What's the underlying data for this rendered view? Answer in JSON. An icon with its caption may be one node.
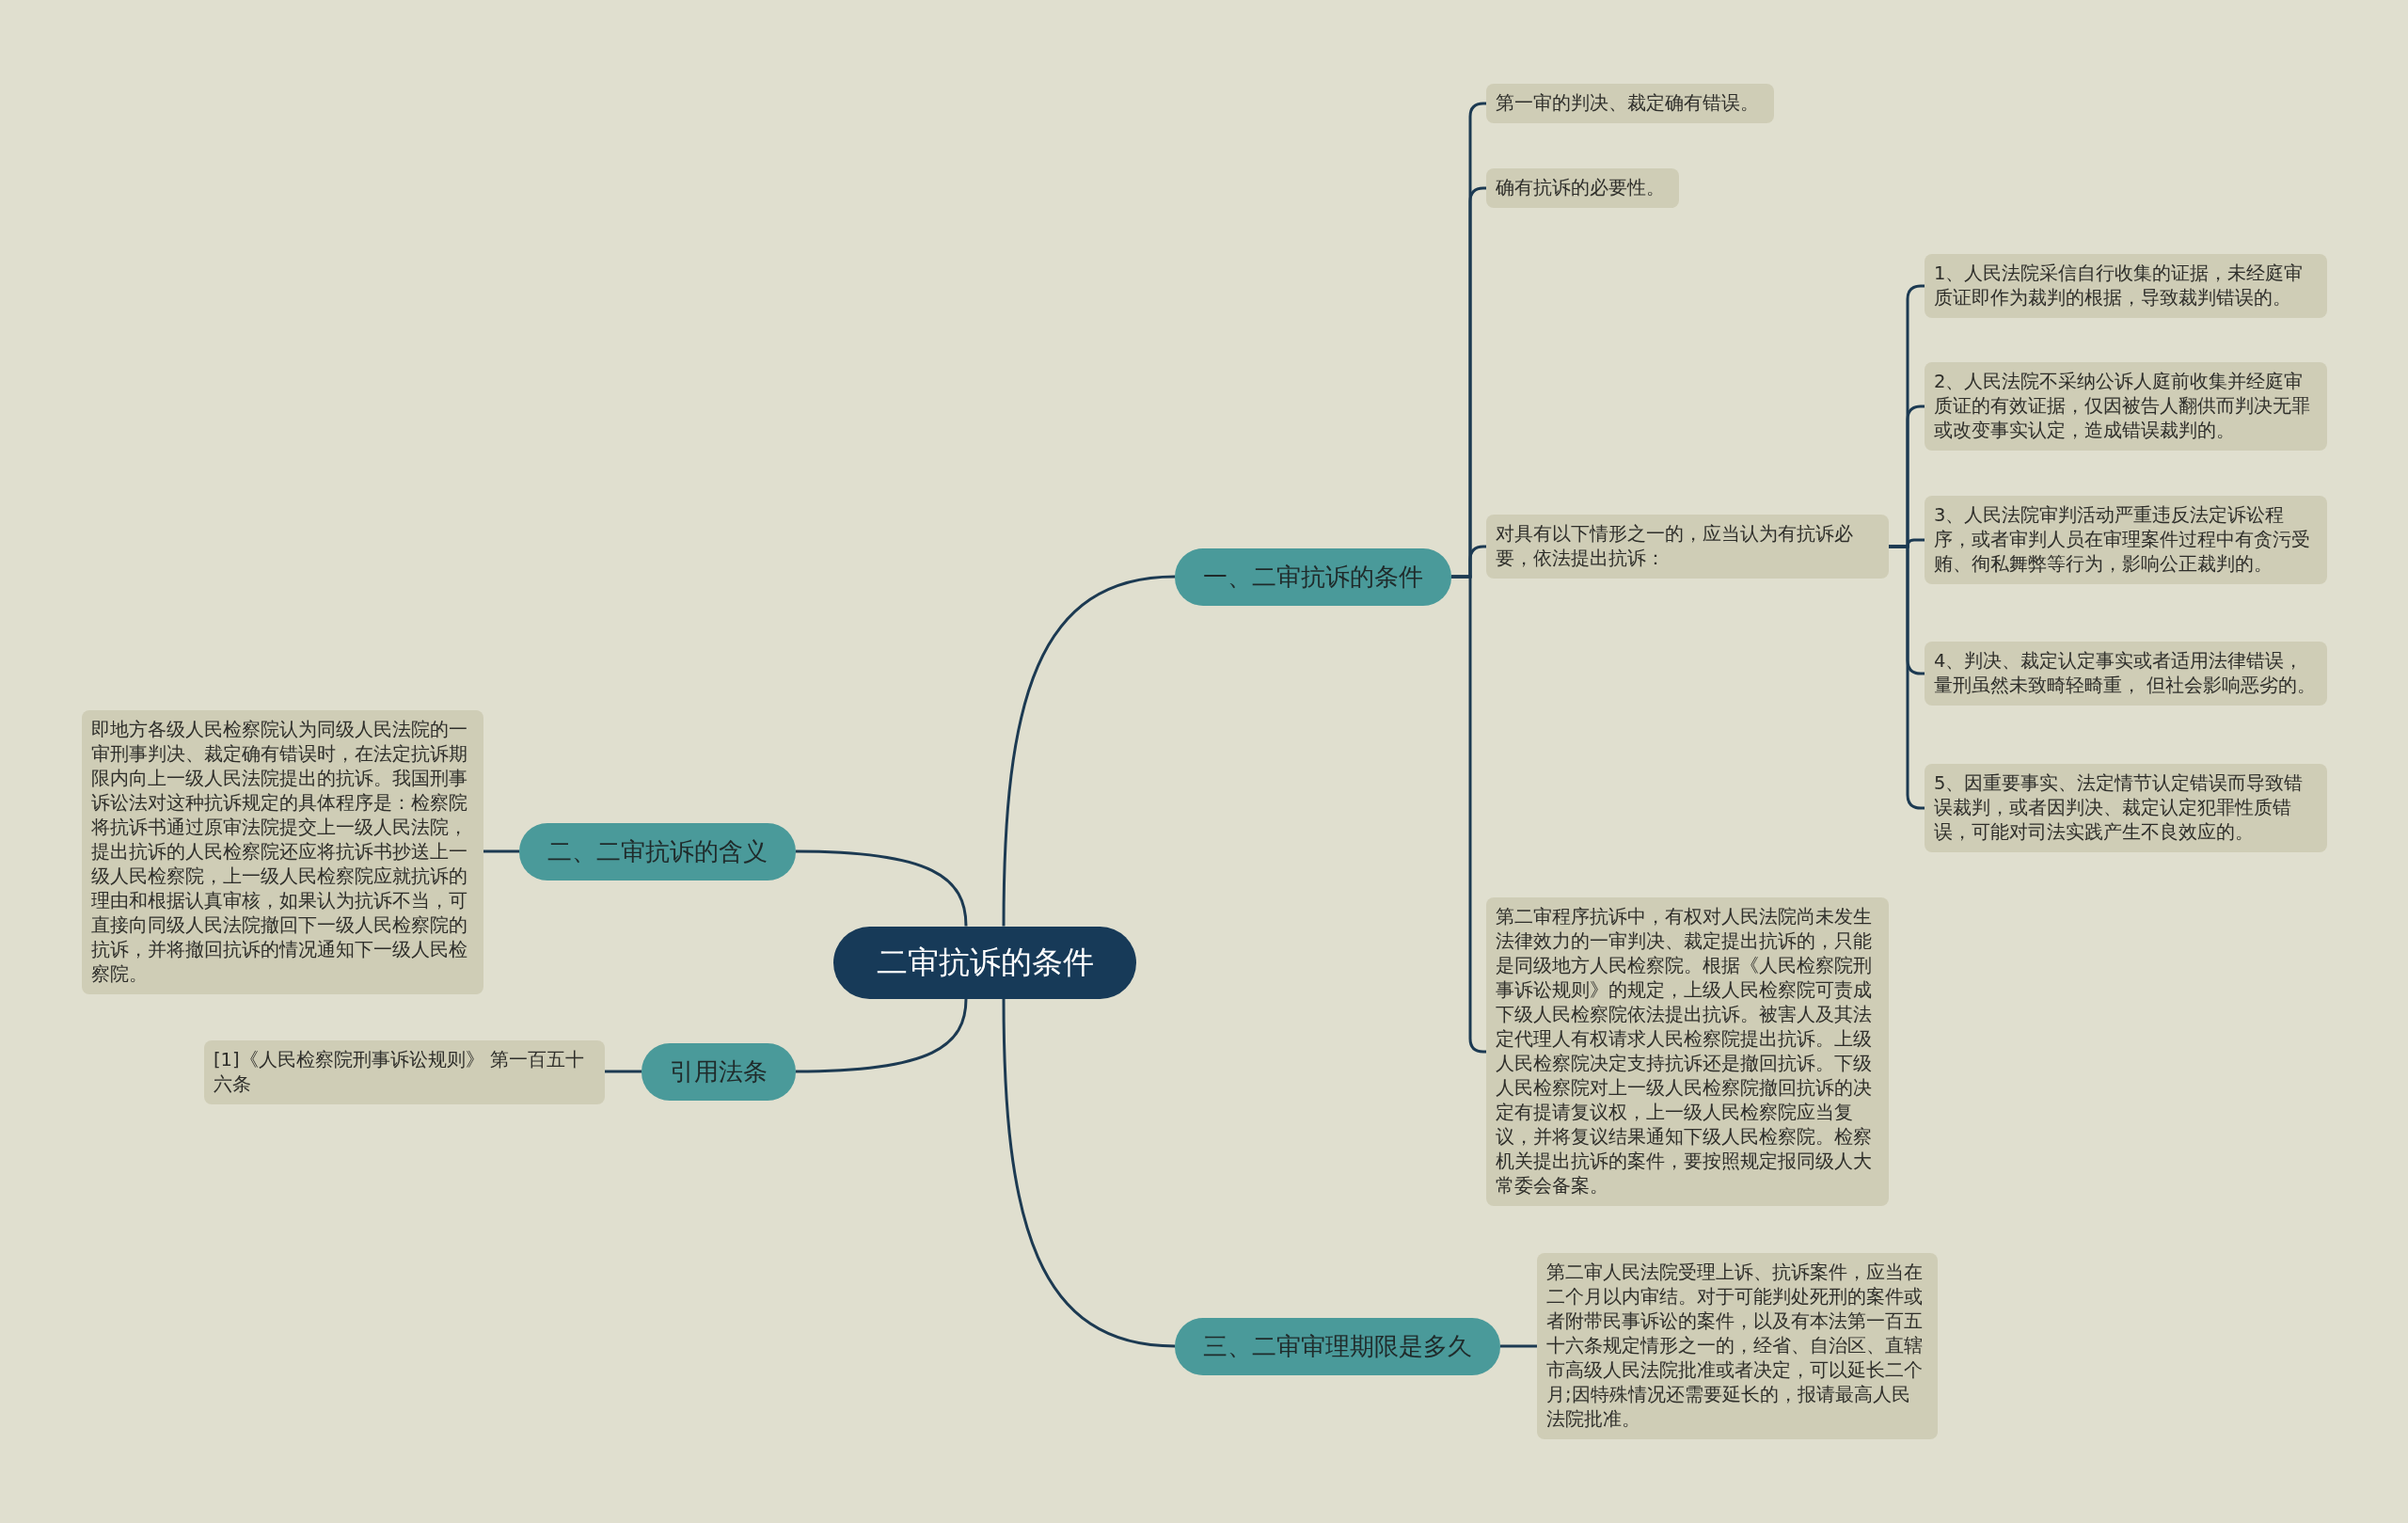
{
  "diagram": {
    "nodes": [
      {
        "text": [
          "二审抗诉的条件"
        ]
      },
      {
        "text": [
          "一、二审抗诉的条件"
        ]
      },
      {
        "text": [
          "第一审的判决、裁定确有错误。"
        ]
      },
      {
        "text": [
          "确有抗诉的必要性。"
        ]
      },
      {
        "text": [
          "对具有以下情形之一的，应当认为有抗诉必要，依法提出抗诉："
        ]
      },
      {
        "text": [
          "1、人民法院采信自行收集的证据，未经庭审质证即作为裁判的根据，导致裁判错误的。"
        ]
      },
      {
        "text": [
          "2、人民法院不采纳公诉人庭前收集并经庭审质证的有效证据，仅因被告人翻供而判决无罪或改变事实认定，造成错误裁判的。"
        ]
      },
      {
        "text": [
          "3、人民法院审判活动严重违反法定诉讼程序，或者审判人员在审理案件过程中有贪污受贿、徇私舞弊等行为，影响公正裁判的。"
        ]
      },
      {
        "text": [
          "4、判决、裁定认定事实或者适用法律错误，量刑虽然未致畸轻畸重， 但社会影响恶劣的。"
        ]
      },
      {
        "text": [
          "5、因重要事实、法定情节认定错误而导致错误裁判，或者因判决、裁定认定犯罪性质错误，可能对司法实践产生不良效应的。"
        ]
      },
      {
        "text": [
          "第二审程序抗诉中，有权对人民法院尚未发生法律效力的一审判决、裁定提出抗诉的，只能是同级地方人民检察院。根据《人民检察院刑事诉讼规则》的规定，上级人民检察院可责成下级人民检察院依法提出抗诉。被害人及其法定代理人有权请求人民检察院提出抗诉。上级人民检察院决定支持抗诉还是撤回抗诉。下级人民检察院对上一级人民检察院撤回抗诉的决定有提请复议权，上一级人民检察院应当复议，并将复议结果通知下级人民检察院。检察机关提出抗诉的案件，要按照规定报同级人大常委会备案。"
        ]
      },
      {
        "text": [
          "二、二审抗诉的含义"
        ]
      },
      {
        "text": [
          "即地方各级人民检察院认为同级人民法院的一审刑事判决、裁定确有错误时，在法定抗诉期限内向上一级人民法院提出的抗诉。我国刑事诉讼法对这种抗诉规定的具体程序是：检察院将抗诉书通过原审法院提交上一级人民法院，提出抗诉的人民检察院还应将抗诉书抄送上一级人民检察院，上一级人民检察院应就抗诉的理由和根据认真审核，如果认为抗诉不当，可直接向同级人民法院撤回下一级人民检察院的抗诉，并将撤回抗诉的情况通知下一级人民检察院。"
        ]
      },
      {
        "text": [
          "引用法条"
        ]
      },
      {
        "text": [
          "[1]《人民检察院刑事诉讼规则》 第一百五十六条"
        ]
      },
      {
        "text": [
          "三、二审审理期限是多久"
        ]
      },
      {
        "text": [
          "第二审人民法院受理上诉、抗诉案件，应当在二个月以内审结。对于可能判处死刑的案件或者附带民事诉讼的案件，以及有本法第一百五十六条规定情形之一的，经省、自治区、直辖市高级人民法院批准或者决定，可以延长二个月;因特殊情况还需要延长的，报请最高人民法院批准。"
        ]
      }
    ],
    "edges": [
      {
        "from": 0,
        "to": 1,
        "arrow": "none"
      },
      {
        "from": 0,
        "to": 11,
        "arrow": "none"
      },
      {
        "from": 0,
        "to": 13,
        "arrow": "none"
      },
      {
        "from": 0,
        "to": 15,
        "arrow": "none"
      },
      {
        "from": 1,
        "to": 2,
        "arrow": "none"
      },
      {
        "from": 1,
        "to": 3,
        "arrow": "none"
      },
      {
        "from": 1,
        "to": 4,
        "arrow": "none"
      },
      {
        "from": 1,
        "to": 10,
        "arrow": "none"
      },
      {
        "from": 4,
        "to": 5,
        "arrow": "none"
      },
      {
        "from": 4,
        "to": 6,
        "arrow": "none"
      },
      {
        "from": 4,
        "to": 7,
        "arrow": "none"
      },
      {
        "from": 4,
        "to": 8,
        "arrow": "none"
      },
      {
        "from": 4,
        "to": 9,
        "arrow": "none"
      },
      {
        "from": 11,
        "to": 12,
        "arrow": "none"
      },
      {
        "from": 13,
        "to": 14,
        "arrow": "none"
      },
      {
        "from": 15,
        "to": 16,
        "arrow": "none"
      }
    ]
  }
}
